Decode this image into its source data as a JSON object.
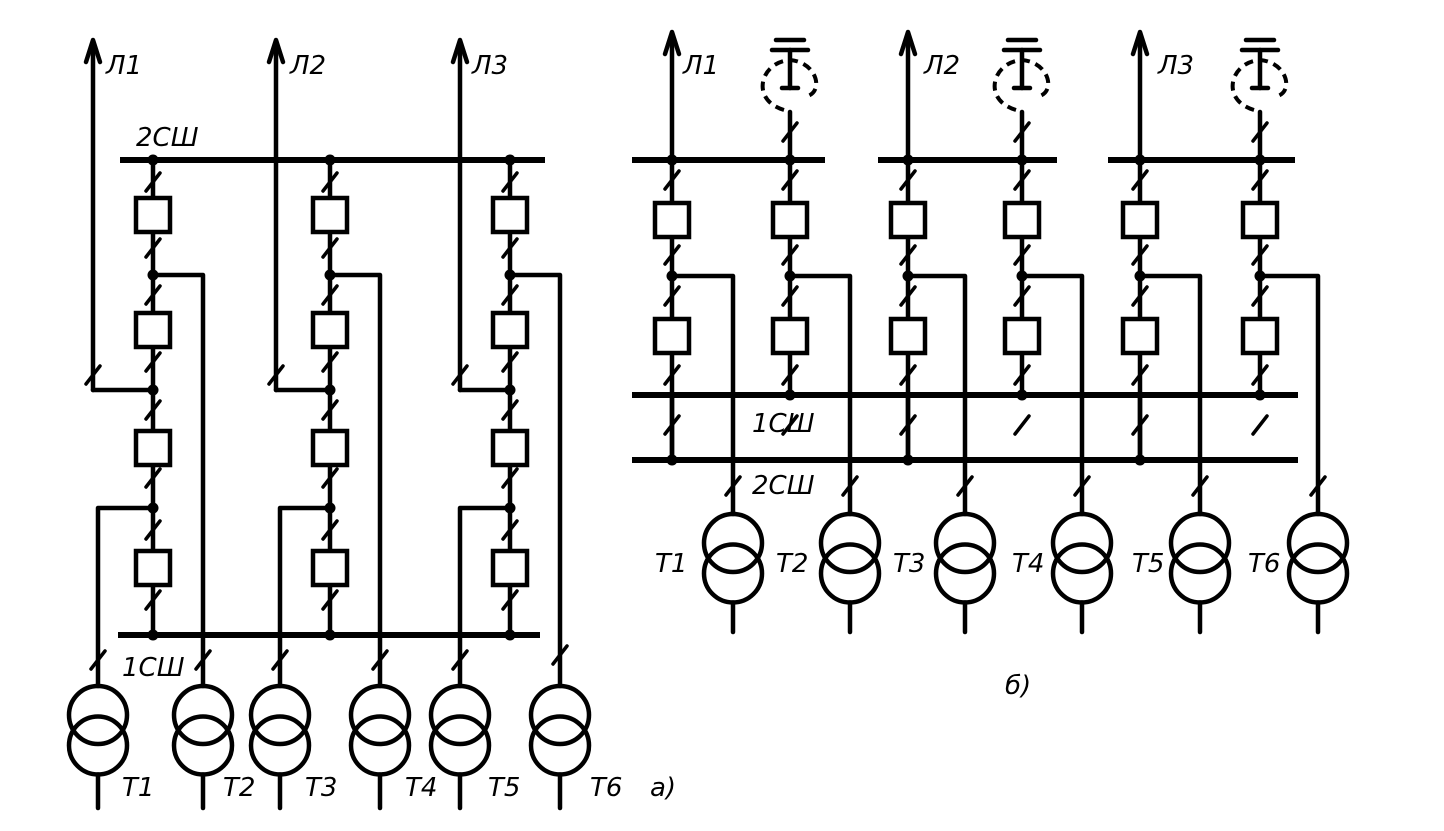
{
  "scheme_a": {
    "lines": [
      "Л1",
      "Л2",
      "Л3"
    ],
    "bus_top": "2СШ",
    "bus_bottom": "1СШ",
    "transformers": [
      "Т1",
      "Т2",
      "Т3",
      "Т4",
      "Т5",
      "Т6"
    ],
    "caption": "а)"
  },
  "scheme_b": {
    "lines": [
      "Л1",
      "Л2",
      "Л3"
    ],
    "bus_1": "1СШ",
    "bus_2": "2СШ",
    "transformers": [
      "Т1",
      "Т2",
      "Т3",
      "Т4",
      "Т5",
      "Т6"
    ],
    "caption": "б)"
  }
}
